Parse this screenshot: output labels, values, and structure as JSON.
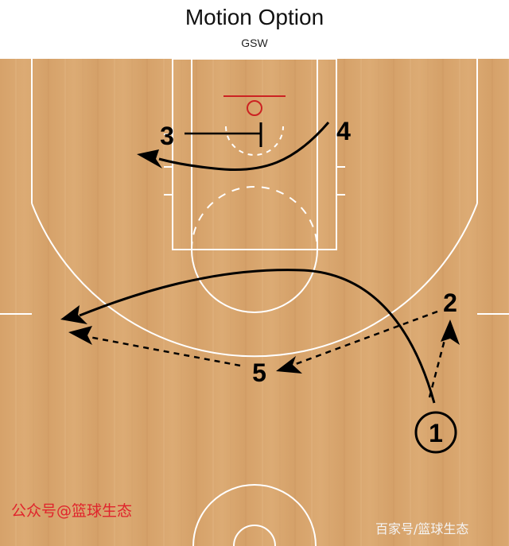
{
  "title": "Motion Option",
  "subtitle": "GSW",
  "players": [
    {
      "label": "1"
    },
    {
      "label": "2"
    },
    {
      "label": "3"
    },
    {
      "label": "4"
    },
    {
      "label": "5"
    }
  ],
  "watermarks": {
    "left": "公众号@篮球生态",
    "right": "百家号/篮球生态"
  },
  "colors": {
    "court_wood": "#d9a66e",
    "court_lines": "#ffffff",
    "rim": "#cc2222",
    "action_lines": "#000000",
    "watermark_left": "#e0242c"
  }
}
